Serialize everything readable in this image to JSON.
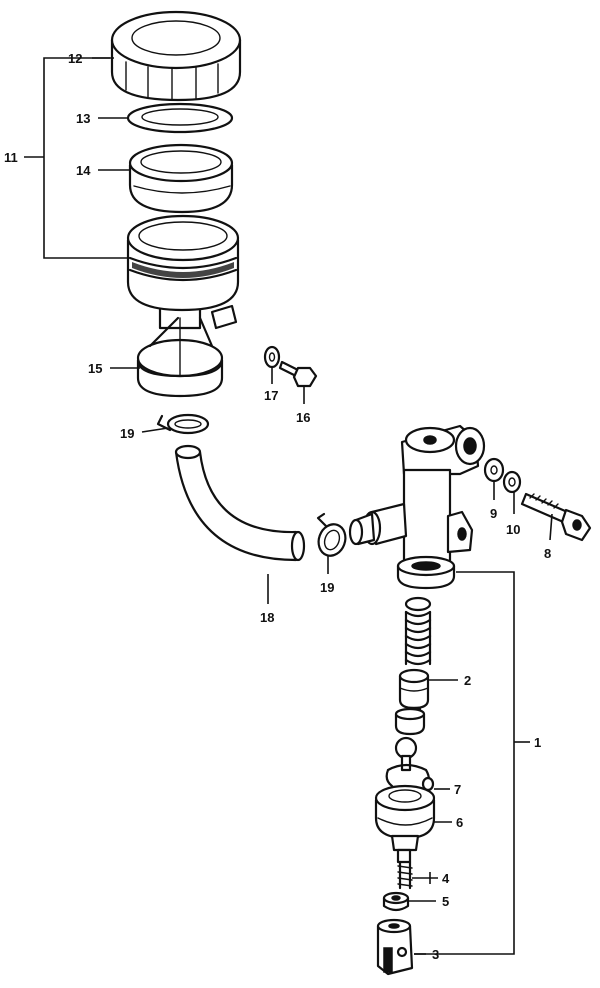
{
  "labels": {
    "l1": "1",
    "l2": "2",
    "l3": "3",
    "l4": "4",
    "l5": "5",
    "l6": "6",
    "l7": "7",
    "l8": "8",
    "l9": "9",
    "l10": "10",
    "l11": "11",
    "l12": "12",
    "l13": "13",
    "l14": "14",
    "l15": "15",
    "l16": "16",
    "l17": "17",
    "l18": "18",
    "l19a": "19",
    "l19b": "19"
  }
}
